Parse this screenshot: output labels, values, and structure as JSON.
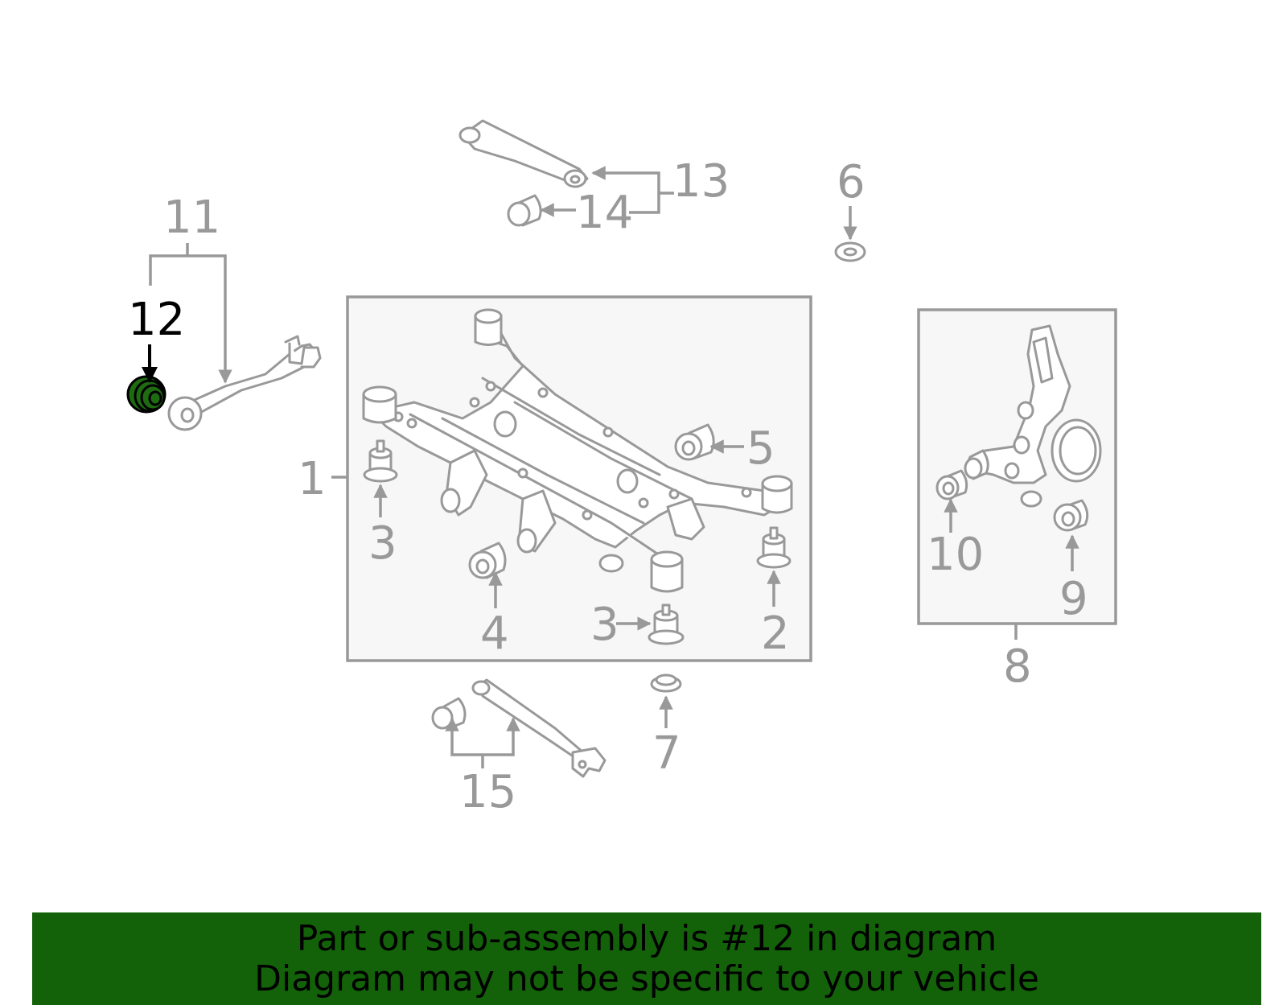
{
  "diagram": {
    "callouts": {
      "c1": "1",
      "c2": "2",
      "c3a": "3",
      "c3b": "3",
      "c4": "4",
      "c5": "5",
      "c6": "6",
      "c7": "7",
      "c8": "8",
      "c9": "9",
      "c10": "10",
      "c11": "11",
      "c12": "12",
      "c13": "13",
      "c14": "14",
      "c15": "15"
    },
    "highlighted_callout": "12",
    "colors": {
      "line": "#999999",
      "highlight_part": "#1e6b12",
      "highlight_text": "#000000",
      "box_fill": "#f7f7f7",
      "banner": "#136209"
    }
  },
  "banner": {
    "line1": "Part or sub-assembly is #12 in diagram",
    "line2": "Diagram may not be specific to your vehicle"
  }
}
